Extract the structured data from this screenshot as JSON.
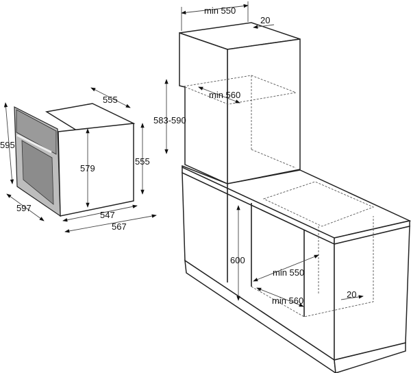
{
  "oven": {
    "depth_top": "555",
    "height_total": "595",
    "height_body": "579",
    "height_side": "555",
    "width_front": "597",
    "depth_body": "547",
    "depth_total": "567"
  },
  "tall_cabinet": {
    "width": "min 550",
    "back_gap": "20",
    "niche_depth": "min 560",
    "niche_height": "583-590"
  },
  "base_cabinet": {
    "height": "600",
    "width": "min 550",
    "depth": "min 560",
    "back_gap": "20"
  }
}
